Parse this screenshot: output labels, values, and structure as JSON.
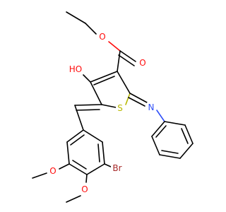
{
  "molecule": {
    "colors": {
      "carbon_bond": "#000000",
      "oxygen": "#ff0d0d",
      "sulfur": "#b8b800",
      "nitrogen": "#3050f8",
      "bromine": "#a62929"
    },
    "atom_labels": {
      "ester_carbonyl_o": "O",
      "ester_ether_o": "O",
      "hydroxyl": "HO",
      "ring_sulfur": "S",
      "imine_nitrogen": "N",
      "bromine": "Br",
      "methoxy_o_left": "O",
      "methoxy_o_bottom": "O"
    }
  }
}
